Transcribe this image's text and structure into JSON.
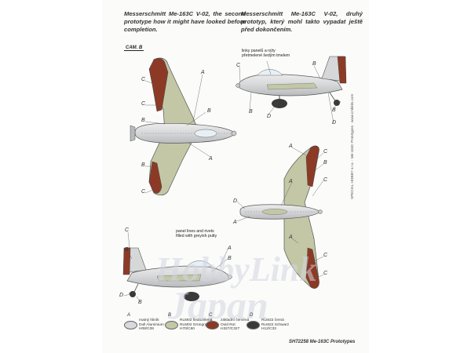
{
  "intro_en": "Messerschmitt Me-163C V-02, the second prototype how it might have looked before completion.",
  "intro_cz": "Messerschmitt Me-163C V-02, druhý prototyp, který mohl takto vypadat ještě před dokončením.",
  "camo_badge": "CAM. B",
  "note_top": "linky panelů a nýty\npřetmelené šedým tmelem",
  "note_bottom": "panel lines and rivets\nfilled with greyish putty",
  "callouts": {
    "a": "A",
    "b": "B",
    "c": "C",
    "d": "D"
  },
  "side_text": "SPECIAL HOBBY s.r.o.  ·  Me-163C Prototypes  ·  www.cmkkits.com",
  "legend": [
    {
      "id": "a",
      "letter": "A",
      "text": "matný hliník\nDull Aluminium\nH08/C08",
      "color": "#d8d9dc"
    },
    {
      "id": "b",
      "letter": "B",
      "text": "RLM02 šedozelená\nRLM02 Grüngrau\nH70/C60",
      "color": "#c3c7a6"
    },
    {
      "id": "c",
      "letter": "C",
      "text": "základní červená\nOxid Rot\nH327/C327",
      "color": "#8c3a26"
    },
    {
      "id": "d",
      "letter": "D",
      "text": "RLM22 černá\nRLM22 Schwarz\nH12/C33",
      "color": "#3a3a3a"
    }
  ],
  "footer": "SH72258 Me-163C Prototypes",
  "watermark": {
    "line1": "HobbyLink",
    "line2": "Japan"
  },
  "colors": {
    "aluminium": "#d8d9dc",
    "green_grey": "#c3c7a6",
    "oxide_red": "#8c3a26",
    "black": "#3a3a3a"
  }
}
